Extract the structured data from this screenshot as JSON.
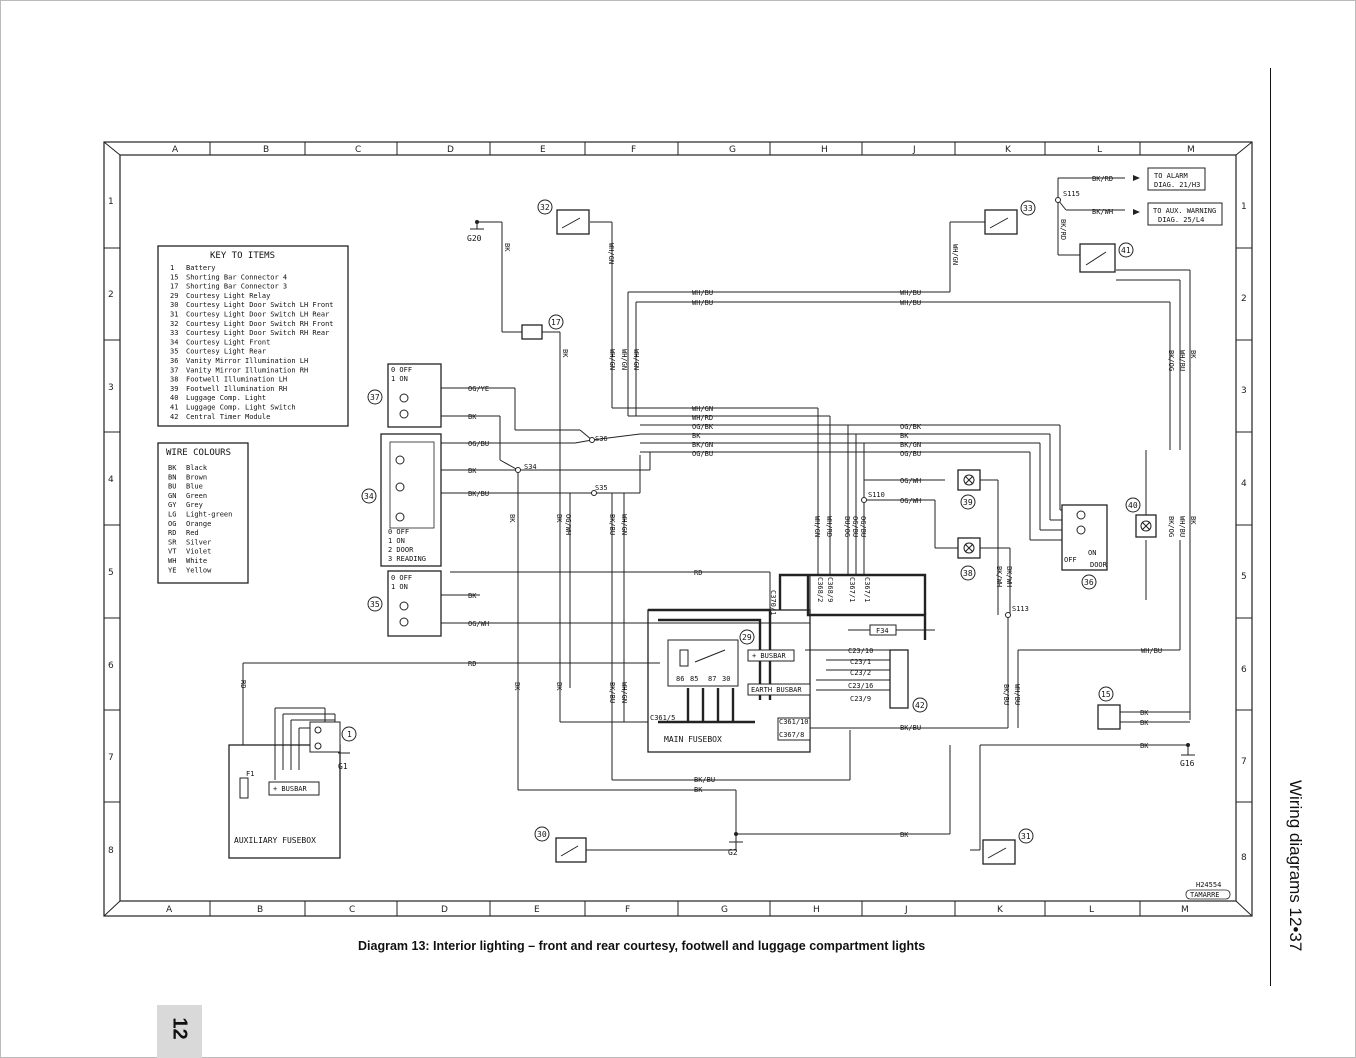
{
  "caption": "Diagram 13: Interior lighting – front and rear courtesy, footwell and luggage compartment lights",
  "side_title": "Wiring diagrams 12•37",
  "page_tab": "12",
  "ref_code": "H24554",
  "artist": "TAMARRE",
  "grid": {
    "columns": [
      "A",
      "B",
      "C",
      "D",
      "E",
      "F",
      "G",
      "H",
      "J",
      "K",
      "L",
      "M"
    ],
    "rows": [
      "1",
      "2",
      "3",
      "4",
      "5",
      "6",
      "7",
      "8"
    ]
  },
  "key_to_items": {
    "title": "KEY TO ITEMS",
    "items": [
      {
        "num": "1",
        "label": "Battery"
      },
      {
        "num": "15",
        "label": "Shorting Bar Connector 4"
      },
      {
        "num": "17",
        "label": "Shorting Bar Connector 3"
      },
      {
        "num": "29",
        "label": "Courtesy Light Relay"
      },
      {
        "num": "30",
        "label": "Courtesy Light Door Switch LH Front"
      },
      {
        "num": "31",
        "label": "Courtesy Light Door Switch LH Rear"
      },
      {
        "num": "32",
        "label": "Courtesy Light Door Switch RH Front"
      },
      {
        "num": "33",
        "label": "Courtesy Light Door Switch RH Rear"
      },
      {
        "num": "34",
        "label": "Courtesy Light Front"
      },
      {
        "num": "35",
        "label": "Courtesy Light Rear"
      },
      {
        "num": "36",
        "label": "Vanity Mirror Illumination LH"
      },
      {
        "num": "37",
        "label": "Vanity Mirror Illumination RH"
      },
      {
        "num": "38",
        "label": "Footwell Illumination LH"
      },
      {
        "num": "39",
        "label": "Footwell Illumination RH"
      },
      {
        "num": "40",
        "label": "Luggage Comp. Light"
      },
      {
        "num": "41",
        "label": "Luggage Comp. Light Switch"
      },
      {
        "num": "42",
        "label": "Central Timer Module"
      }
    ]
  },
  "wire_colours": {
    "title": "WIRE COLOURS",
    "items": [
      {
        "code": "BK",
        "name": "Black"
      },
      {
        "code": "BN",
        "name": "Brown"
      },
      {
        "code": "BU",
        "name": "Blue"
      },
      {
        "code": "GN",
        "name": "Green"
      },
      {
        "code": "GY",
        "name": "Grey"
      },
      {
        "code": "LG",
        "name": "Light-green"
      },
      {
        "code": "OG",
        "name": "Orange"
      },
      {
        "code": "RD",
        "name": "Red"
      },
      {
        "code": "SR",
        "name": "Silver"
      },
      {
        "code": "VT",
        "name": "Violet"
      },
      {
        "code": "WH",
        "name": "White"
      },
      {
        "code": "YE",
        "name": "Yellow"
      }
    ]
  },
  "components": {
    "main_fusebox": "MAIN FUSEBOX",
    "aux_fusebox": "AUXILIARY FUSEBOX",
    "busbar": "+ BUSBAR",
    "earth_busbar": "EARTH BUSBAR",
    "fuse_f34": "F34",
    "fuse_f1": "F1",
    "relay_pins": [
      "86",
      "85",
      "87",
      "30"
    ],
    "to_alarm_1": "TO ALARM",
    "to_alarm_2": "DIAG. 21/H3",
    "to_aux_1": "TO AUX. WARNING",
    "to_aux_2": "DIAG. 25/L4"
  },
  "switch_positions": {
    "s37": [
      "0 OFF",
      "1 ON"
    ],
    "s34": [
      "0 OFF",
      "1 ON",
      "2 DOOR",
      "3 READING"
    ],
    "s35": [
      "0 OFF",
      "1 ON"
    ],
    "s36": [
      "OFF",
      "ON",
      "DOOR"
    ]
  },
  "item_labels": {
    "i1": "1",
    "i15": "15",
    "i17": "17",
    "i29": "29",
    "i30": "30",
    "i31": "31",
    "i32": "32",
    "i33": "33",
    "i34": "34",
    "i35": "35",
    "i36": "36",
    "i37": "37",
    "i38": "38",
    "i39": "39",
    "i40": "40",
    "i41": "41",
    "i42": "42"
  },
  "grounds": {
    "g1": "G1",
    "g2": "G2",
    "g16": "G16",
    "g20": "G20"
  },
  "splices": {
    "s34": "S34",
    "s35": "S35",
    "s36": "S36",
    "s110": "S110",
    "s113": "S113",
    "s115": "S115"
  },
  "connectors": {
    "c370_1": "C370/1",
    "c368_9": "C368/9",
    "c368_2": "C368/2",
    "c367_1": "C367/1",
    "c367_1b": "C367/1",
    "c23_10": "C23/10",
    "c23_1": "C23/1",
    "c23_2": "C23/2",
    "c23_16": "C23/16",
    "c23_9": "C23/9",
    "c361_5": "C361/5",
    "c361_10": "C361/10",
    "c367_8": "C367/8"
  },
  "wires": {
    "bk": "BK",
    "rd": "RD",
    "og_ye": "OG/YE",
    "og_bu": "OG/BU",
    "bk_bu": "BK/BU",
    "og_wh": "OG/WH",
    "wh_bu": "WH/BU",
    "wh_gn": "WH/GN",
    "wh_rd": "WH/RD",
    "og_bk": "OG/BK",
    "bk_gn": "BK/GN",
    "bk_rd": "BK/RD",
    "bk_wh": "BK/WH",
    "bk_og": "BK/OG",
    "wh_og": "WH/OG",
    "bu_og": "BU/OG",
    "wh_rd2": "WH/RD"
  }
}
